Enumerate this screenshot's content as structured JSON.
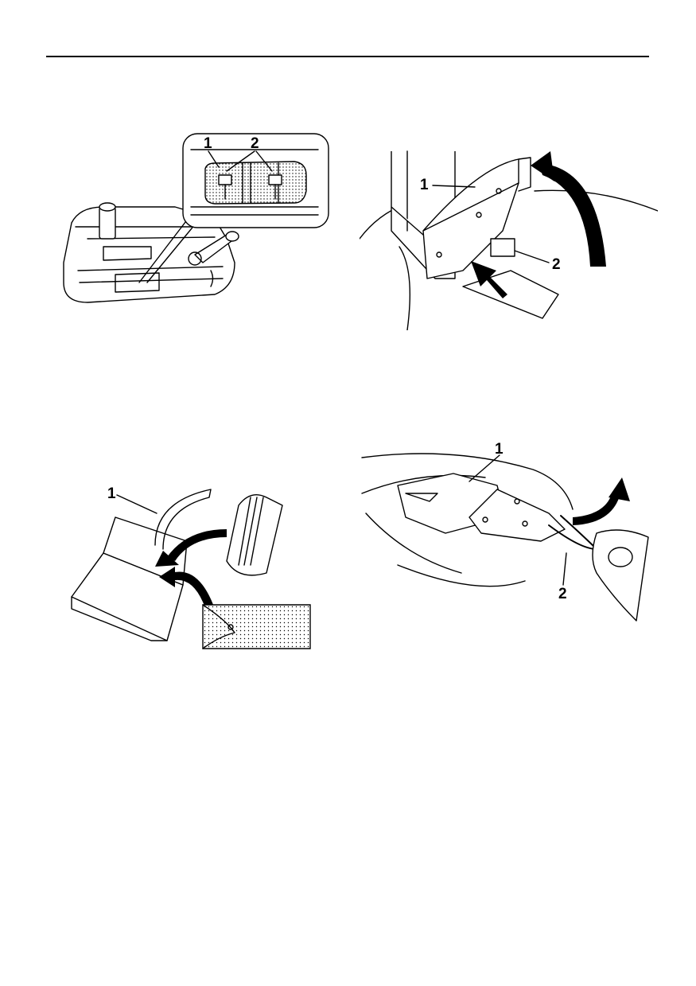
{
  "figures": [
    {
      "id": "fig-top-left",
      "callouts": [
        "1",
        "2"
      ]
    },
    {
      "id": "fig-top-right",
      "callouts": [
        "1",
        "2"
      ]
    },
    {
      "id": "fig-bottom-left",
      "callouts": [
        "1"
      ]
    },
    {
      "id": "fig-bottom-right",
      "callouts": [
        "1",
        "2"
      ]
    }
  ],
  "colors": {
    "ink": "#000000",
    "paper": "#ffffff"
  }
}
